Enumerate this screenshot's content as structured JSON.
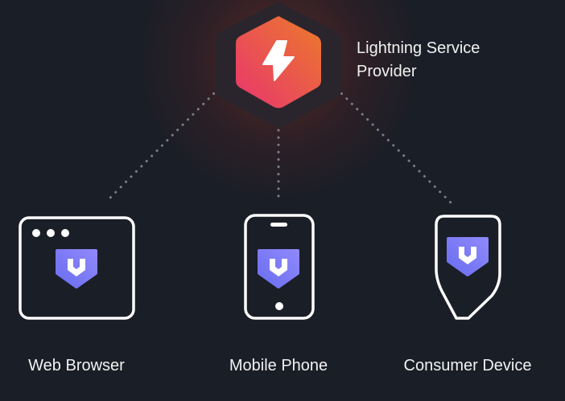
{
  "provider": {
    "title_line1": "Lightning Service",
    "title_line2": "Provider",
    "icon": "lightning-bolt-icon"
  },
  "clients": [
    {
      "label": "Web Browser",
      "icon": "web-browser-icon"
    },
    {
      "label": "Mobile Phone",
      "icon": "mobile-phone-icon"
    },
    {
      "label": "Consumer Device",
      "icon": "consumer-device-icon"
    }
  ],
  "colors": {
    "background": "#1a1e27",
    "gradient_start": "#e8356f",
    "gradient_end": "#ec7a2a",
    "badge": "#7b7cf5",
    "outline": "#ffffff"
  }
}
